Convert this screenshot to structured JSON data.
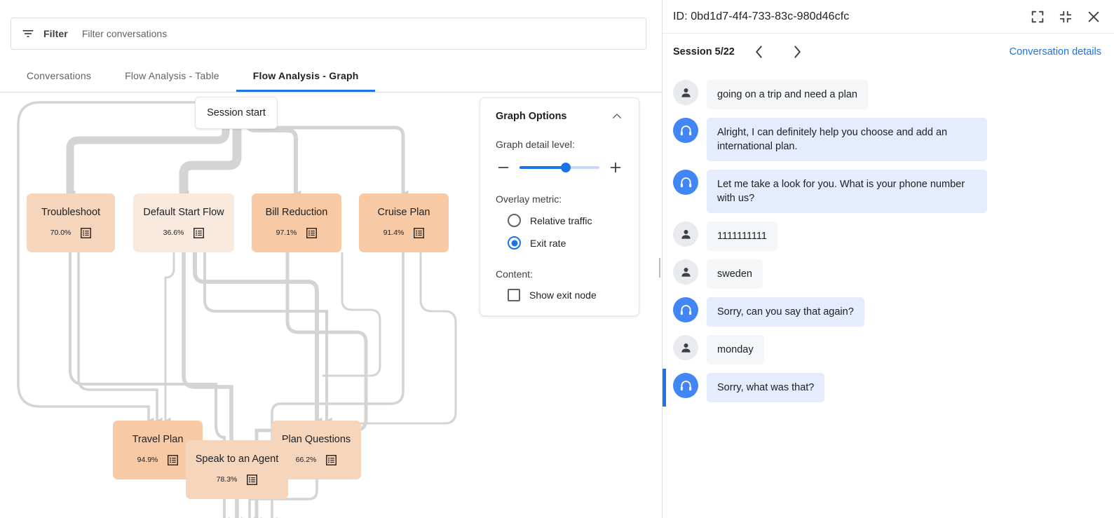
{
  "filter": {
    "icon": "filter-icon",
    "label": "Filter",
    "placeholder": "Filter conversations",
    "value": ""
  },
  "tabs": [
    {
      "label": "Conversations",
      "active": false
    },
    {
      "label": "Flow Analysis - Table",
      "active": false
    },
    {
      "label": "Flow Analysis - Graph",
      "active": true
    }
  ],
  "graph": {
    "session_start_label": "Session start",
    "nodes": [
      {
        "label": "Troubleshoot",
        "pct": "70.0%",
        "shade": "mid"
      },
      {
        "label": "Default Start Flow",
        "pct": "36.6%",
        "shade": "light"
      },
      {
        "label": "Bill Reduction",
        "pct": "97.1%",
        "shade": "dark"
      },
      {
        "label": "Cruise Plan",
        "pct": "91.4%",
        "shade": "dark"
      },
      {
        "label": "Travel Plan",
        "pct": "94.9%",
        "shade": "dark"
      },
      {
        "label": "Plan Questions",
        "pct": "66.2%",
        "shade": "mid"
      },
      {
        "label": "Speak to an Agent",
        "pct": "78.3%",
        "shade": "mid"
      }
    ]
  },
  "graph_options": {
    "title": "Graph Options",
    "collapse_icon": "chevron-up-icon",
    "detail_level_label": "Graph detail level:",
    "slider_value": 58,
    "minus_icon": "minus-icon",
    "plus_icon": "plus-icon",
    "overlay_metric_label": "Overlay metric:",
    "overlay_options": [
      {
        "label": "Relative traffic",
        "selected": false
      },
      {
        "label": "Exit rate",
        "selected": true
      }
    ],
    "content_label": "Content:",
    "content_options": [
      {
        "label": "Show exit node",
        "checked": false
      }
    ]
  },
  "right_panel": {
    "id_text": "ID: 0bd1d7-4f4-733-83c-980d46cfc",
    "header_icons": [
      "expand-icon",
      "collapse-icon",
      "close-icon"
    ],
    "session_label": "Session 5/22",
    "prev_icon": "chevron-left-icon",
    "next_icon": "chevron-right-icon",
    "conversation_details_link": "Conversation details",
    "messages": [
      {
        "role": "user",
        "text": "going on a trip and need a plan",
        "highlight": false
      },
      {
        "role": "agent",
        "text": "Alright, I can definitely help you choose and add an international plan.",
        "highlight": false
      },
      {
        "role": "agent",
        "text": "Let me take a look for you. What is your phone number with us?",
        "highlight": false
      },
      {
        "role": "user",
        "text": "1111111111",
        "highlight": false
      },
      {
        "role": "user",
        "text": "sweden",
        "highlight": false
      },
      {
        "role": "agent",
        "text": "Sorry, can you say that again?",
        "highlight": false
      },
      {
        "role": "user",
        "text": "monday",
        "highlight": false
      },
      {
        "role": "agent",
        "text": "Sorry, what was that?",
        "highlight": true
      }
    ]
  },
  "colors": {
    "accent": "#1a73e8",
    "node_dark": "#f7c9a4",
    "node_mid": "#f5d5bb",
    "node_light": "#faeade",
    "edge": "#d4d4d4"
  }
}
